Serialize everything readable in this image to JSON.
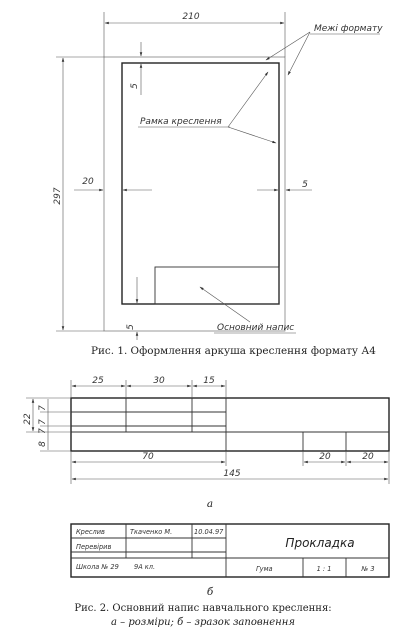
{
  "figure1": {
    "dim_width": "210",
    "dim_height": "297",
    "dim_margin_left": "20",
    "dim_margin_right": "5",
    "dim_margin_top": "5",
    "dim_margin_bottom": "5",
    "label_format_limits": "Межі формату",
    "label_drawing_frame": "Рамка креслення",
    "label_title_block": "Основний напис",
    "caption": "Рис. 1. Оформлення аркуша креслення формату А4"
  },
  "figure2a": {
    "dims_top": [
      "25",
      "30",
      "15"
    ],
    "dims_left_rows": [
      "7",
      "7",
      "7",
      "8"
    ],
    "dim_total_height": "22",
    "dim_70": "70",
    "dims_bottom_right": [
      "20",
      "20"
    ],
    "dim_145": "145",
    "sub_label": "а"
  },
  "figure2b": {
    "cells": {
      "drew_label": "Креслив",
      "drew_name": "Ткаченко М.",
      "drew_date": "10.04.97",
      "checked_label": "Перевірив",
      "school": "Школа № 29",
      "class": "9А кл.",
      "material": "Гума",
      "scale": "1 : 1",
      "sheet": "№ 3",
      "title": "Прокладка"
    },
    "sub_label": "б"
  },
  "caption2": {
    "line1": "Рис. 2. Основний напис навчального креслення:",
    "line2": "а – розміри; б – зразок заповнення"
  }
}
